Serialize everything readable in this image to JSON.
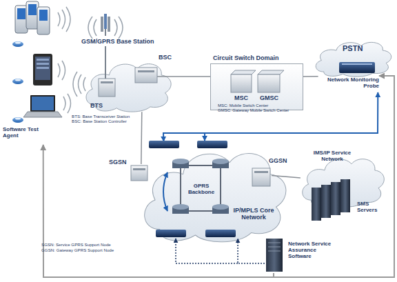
{
  "diagram": {
    "nodes": [
      {
        "text": [
          "GSM/GPRS Base Station"
        ]
      },
      {
        "text": [
          "BSC"
        ],
        "in": 0
      },
      {
        "text": [
          "BTS"
        ],
        "in": 0
      },
      {
        "text": [
          "Circuit Switch Domain",
          "MSC: Mobile Switch Center",
          "GMSC: Gateway Mobile Switch Center"
        ]
      },
      {
        "text": [
          "MSC"
        ],
        "in": 3
      },
      {
        "text": [
          "GMSC"
        ],
        "in": 3
      },
      {
        "text": [
          "PSTN"
        ]
      },
      {
        "text": [
          "Network Monitoring Probe"
        ]
      },
      {
        "text": [
          "IP/MPLS Core Network"
        ]
      },
      {
        "text": [
          "GPRS Backbone"
        ],
        "in": 8
      },
      {
        "text": [
          "SGSN"
        ]
      },
      {
        "text": [
          "GGSN"
        ],
        "in": 8
      },
      {
        "text": [
          "IMS/IP Service Network"
        ]
      },
      {
        "text": [
          "SMS Servers"
        ],
        "in": 12
      },
      {
        "text": [
          "Network Service Assurance Software"
        ]
      },
      {
        "text": [
          "Software Test Agent"
        ]
      }
    ],
    "edges": [
      {
        "from": 1,
        "to": 3,
        "arrow": "none"
      },
      {
        "from": 3,
        "to": 6,
        "arrow": "none"
      },
      {
        "from": 0,
        "to": 10,
        "arrow": "none"
      },
      {
        "from": 11,
        "to": 12,
        "arrow": "none"
      },
      {
        "from": 7,
        "to": 8,
        "arrow": "both"
      },
      {
        "from": 14,
        "to": 8,
        "arrow": "to"
      },
      {
        "from": 14,
        "to": 15,
        "arrow": "to"
      },
      {
        "from": 14,
        "to": 7,
        "arrow": "to"
      }
    ],
    "labels": [
      "BTS: Base Transceiver Station",
      "BSC: Base Station Controller",
      "SGSN: Service GPRS Support Node",
      "GGSN: Gateway GPRS Support Node"
    ]
  }
}
